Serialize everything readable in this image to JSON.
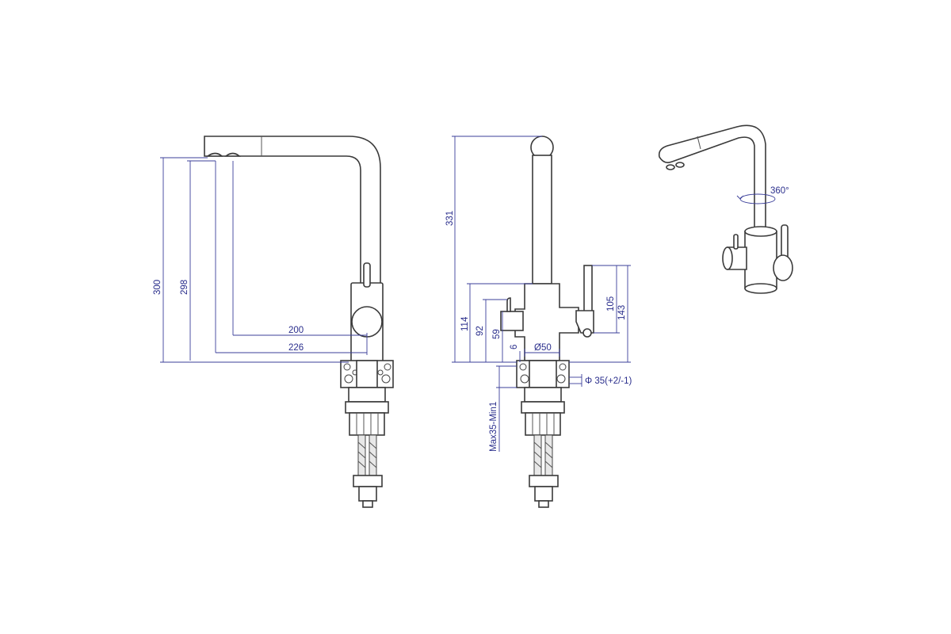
{
  "colors": {
    "dimension": "#2a2e8c",
    "outline": "#3a3a3a",
    "background": "#ffffff"
  },
  "side_view": {
    "dims": {
      "h_total": "300",
      "h_spout": "298",
      "reach_inner": "200",
      "reach_outer": "226"
    }
  },
  "front_view": {
    "dims": {
      "height": "331",
      "lever_height": "114",
      "body_height": "92",
      "handle_height": "59",
      "base_gap": "6",
      "base_diameter": "Ø50",
      "mount_hole": "Φ 35(+2/-1)",
      "right_lever": "105",
      "right_total": "143",
      "counter_thickness": "Max35-Min1"
    }
  },
  "perspective_view": {
    "rotation_label": "360°"
  }
}
